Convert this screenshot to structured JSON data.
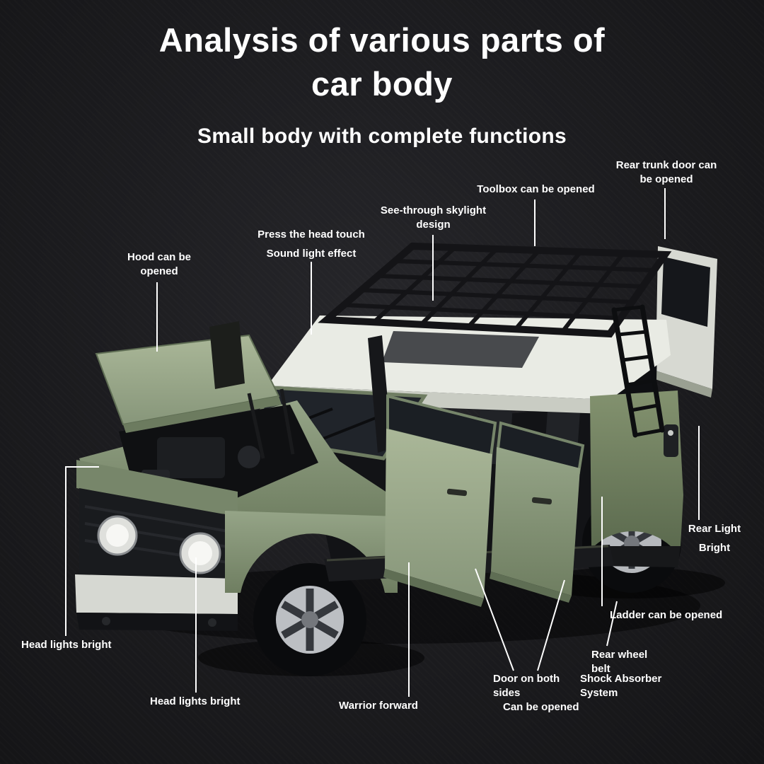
{
  "header": {
    "title_line1": "Analysis of various parts of",
    "title_line2": "car body",
    "subtitle": "Small body with complete functions"
  },
  "callouts": {
    "hood": [
      "Hood can be",
      "opened"
    ],
    "head_touch": [
      "Press the head touch",
      "Sound light effect"
    ],
    "skylight": [
      "See-through skylight",
      "design"
    ],
    "toolbox": [
      "Toolbox can be opened"
    ],
    "rear_trunk": [
      "Rear trunk door can",
      "be opened"
    ],
    "rear_light": [
      "Rear Light",
      "Bright"
    ],
    "ladder": [
      "Ladder can be opened"
    ],
    "rear_wheel_belt": [
      "Rear wheel",
      "belt"
    ],
    "shock_absorber": [
      "Shock Absorber",
      "System"
    ],
    "doors": [
      "Door on both",
      "sides",
      "Can be opened"
    ],
    "warrior": [
      "Warrior forward"
    ],
    "headlights_side": [
      "Head lights bright"
    ],
    "headlights_front": [
      "Head lights bright"
    ]
  },
  "subject": {
    "description": "Green model SUV with open hood, open side doors, open rear trunk door, roof rack and rear ladder"
  },
  "colors": {
    "background": "#1c1c1f",
    "text": "#ffffff",
    "body_green": "#92a184",
    "body_green_dark": "#707f61",
    "roof_white": "#e9ebe4",
    "rack_black": "#141417",
    "leader_line": "#ffffff"
  }
}
